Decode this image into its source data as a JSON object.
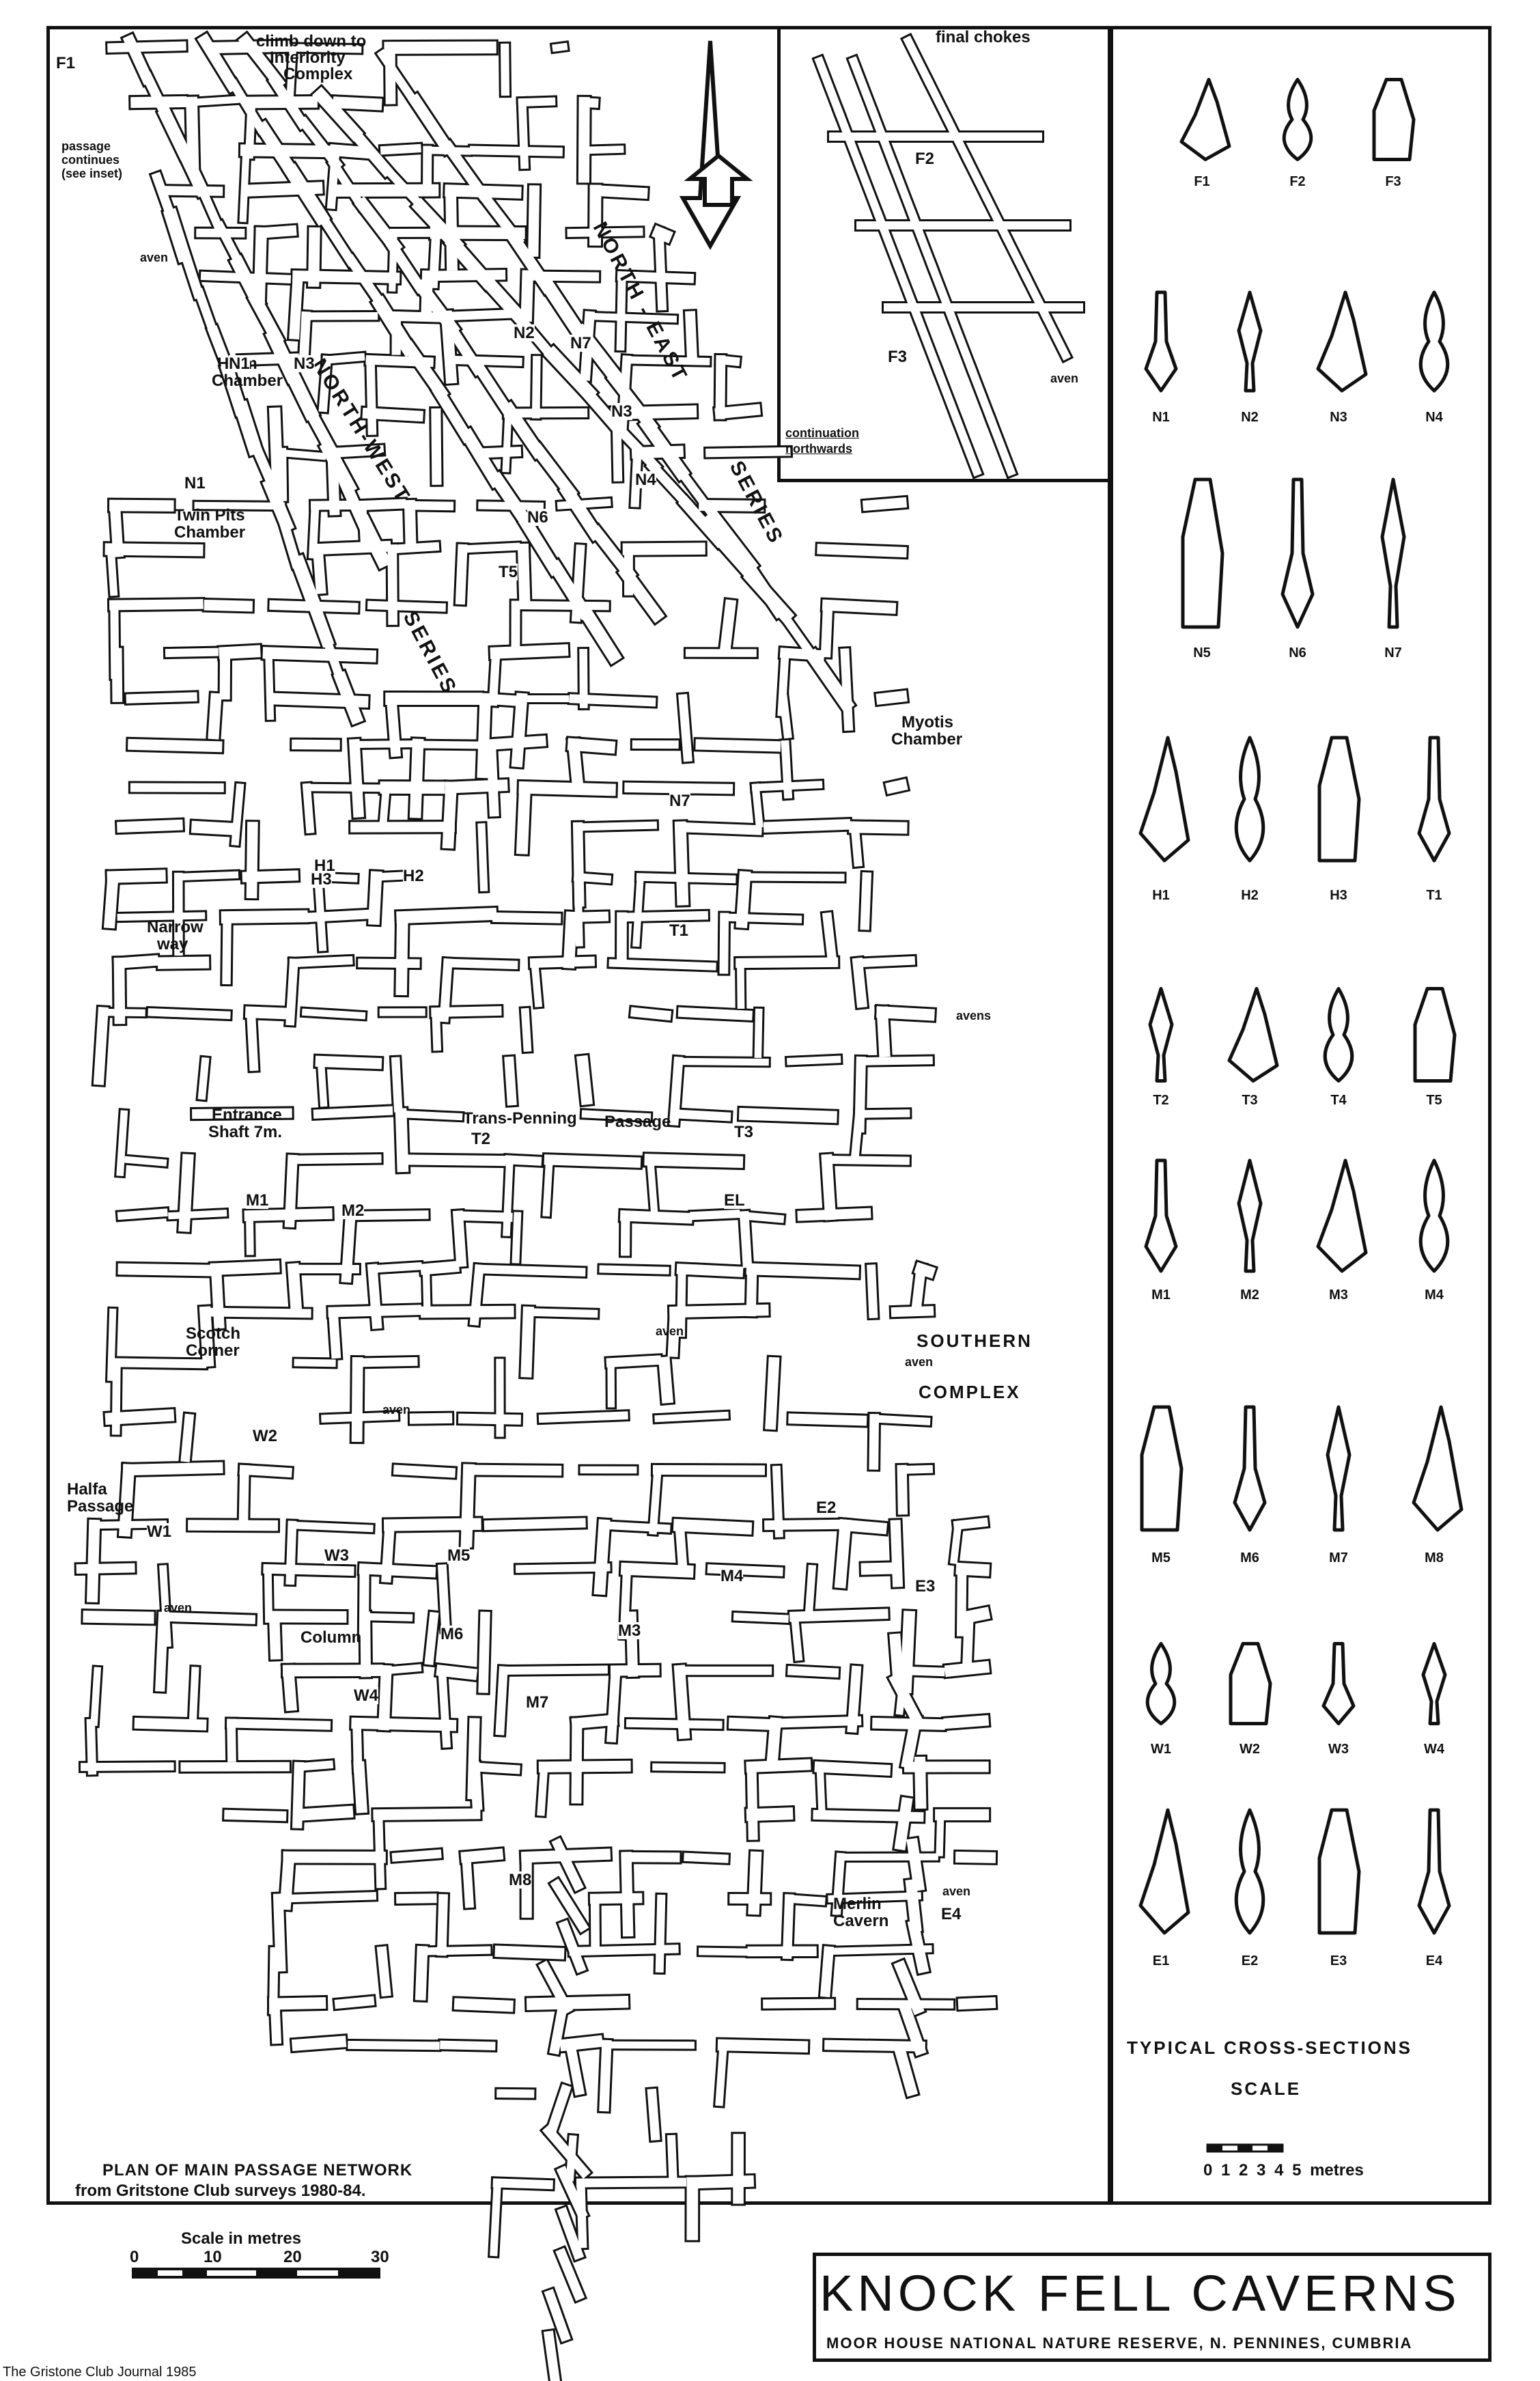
{
  "map": {
    "title": "KNOCK FELL CAVERNS",
    "subtitle": "MOOR HOUSE NATIONAL NATURE RESERVE, N. PENNINES, CUMBRIA",
    "footer": "The Gristone Club Journal 1985",
    "plan_caption_line1": "PLAN OF MAIN PASSAGE NETWORK",
    "plan_caption_line2": "from Gritstone Club surveys 1980-84.",
    "plan_scale_title": "Scale in metres",
    "plan_scale_ticks": [
      "0",
      "10",
      "20",
      "30"
    ],
    "xs_title": "TYPICAL CROSS-SECTIONS",
    "xs_scale_title": "SCALE",
    "xs_scale_ticks": "0 1 2 3 4 5  metres"
  },
  "places": {
    "climb_down": "climb down to",
    "interiority": "Interiority",
    "complex": "Complex",
    "passage_continues_1": "passage",
    "passage_continues_2": "continues",
    "passage_continues_3": "(see inset)",
    "helm_chamber_1": "Helm",
    "helm_chamber_2": "Chamber",
    "twin_pits_1": "Twin Pits",
    "twin_pits_2": "Chamber",
    "myotis_1": "Myotis",
    "myotis_2": "Chamber",
    "narrow_way_1": "Narrow",
    "narrow_way_2": "way",
    "entrance_1": "Entrance",
    "entrance_2": "Shaft 7m.",
    "trans_pennine": "Trans-Penning",
    "passage": "Passage",
    "scotch_1": "Scotch",
    "scotch_2": "Corner",
    "southern": "SOUTHERN",
    "complex_s": "COMPLEX",
    "halfa_1": "Halfa",
    "halfa_2": "Passage",
    "column": "Column",
    "merlin_1": "Merlin",
    "merlin_2": "Cavern",
    "aven": "aven",
    "avens": "avens",
    "north_east": "NORTH - EAST",
    "series_ne": "SERIES",
    "north_west": "NORTH-WEST",
    "series_nw": "SERIES",
    "final_chokes": "final chokes",
    "continuation_1": "continuation",
    "continuation_2": "northwards"
  },
  "station_labels": [
    "F1",
    "N1",
    "N1",
    "N2",
    "N3",
    "N7",
    "N3",
    "N4",
    "N6",
    "T5",
    "N7",
    "T1",
    "H1",
    "H2",
    "H3",
    "T3",
    "T2",
    "EL",
    "M1",
    "M2",
    "W2",
    "W1",
    "W3",
    "M5",
    "M6",
    "M3",
    "M4",
    "M7",
    "W4",
    "E2",
    "E3",
    "M8",
    "E4",
    "F2",
    "F3"
  ],
  "cross_sections": {
    "row1": [
      "F1",
      "F2",
      "F3"
    ],
    "row2": [
      "N1",
      "N2",
      "N3",
      "N4"
    ],
    "row3": [
      "N5",
      "N6",
      "N7"
    ],
    "row4": [
      "H1",
      "H2",
      "H3",
      "T1"
    ],
    "row5": [
      "T2",
      "T3",
      "T4",
      "T5"
    ],
    "row6": [
      "M1",
      "M2",
      "M3",
      "M4"
    ],
    "row7": [
      "M5",
      "M6",
      "M7",
      "M8"
    ],
    "row8": [
      "W1",
      "W2",
      "W3",
      "W4"
    ],
    "row9": [
      "E1",
      "E2",
      "E3",
      "E4"
    ]
  },
  "colors": {
    "ink": "#111111",
    "paper": "#ffffff"
  }
}
